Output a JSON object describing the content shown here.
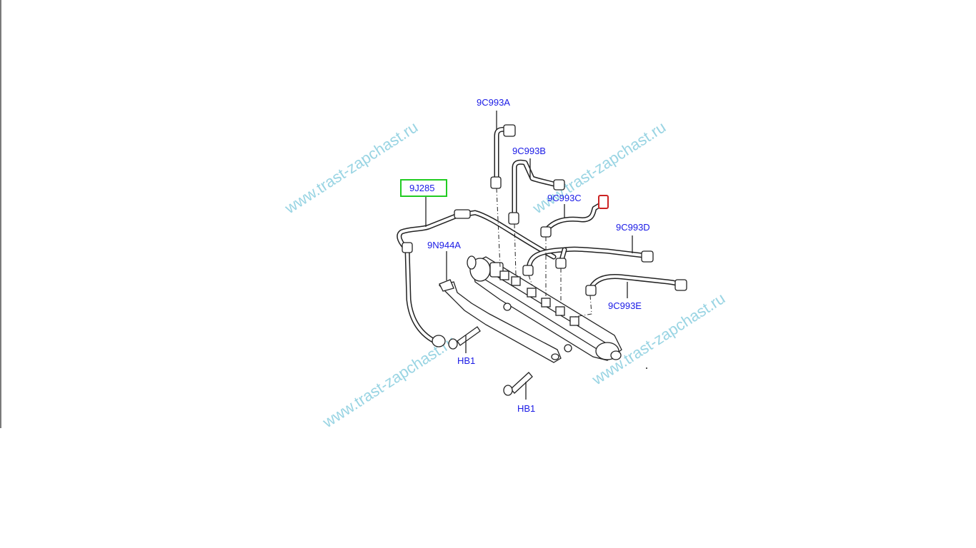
{
  "labels": {
    "p_9c993a": "9C993A",
    "p_9c993b": "9C993B",
    "p_9c993c": "9C993C",
    "p_9c993d": "9C993D",
    "p_9c993e": "9C993E",
    "p_9j285": "9J285",
    "p_9n944a": "9N944A",
    "p_hb1_a": "HB1",
    "p_hb1_b": "HB1"
  },
  "watermark": "www.trast-zapchast.ru",
  "colors": {
    "label": "#1a1ae6",
    "highlight_box": "#22cc22",
    "watermark": "#8fd0e0",
    "connector": "#cc2222"
  }
}
